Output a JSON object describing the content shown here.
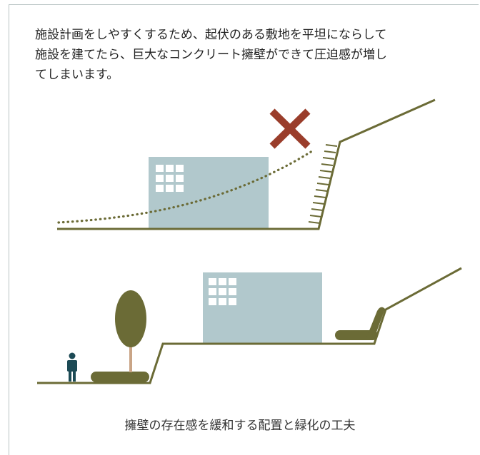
{
  "intro": {
    "lines": [
      "施設計画をしやすくするため、起伏のある敷地を平坦にならして",
      "施設を建てたら、巨大なコンクリート擁壁ができて圧迫感が増し",
      "てしまいます。"
    ]
  },
  "caption": "擁壁の存在感を緩和する配置と緑化の工夫",
  "colors": {
    "terrain": "#6b6b36",
    "building": "#b1c8cc",
    "window": "#ffffff",
    "cross": "#9a3d2b",
    "tree_trunk": "#c9a486",
    "person": "#1c4a55",
    "frame": "#b9c4c4"
  },
  "icons": {
    "bad_marker": "cross-icon",
    "person": "person-icon",
    "tree": "tree-icon"
  }
}
